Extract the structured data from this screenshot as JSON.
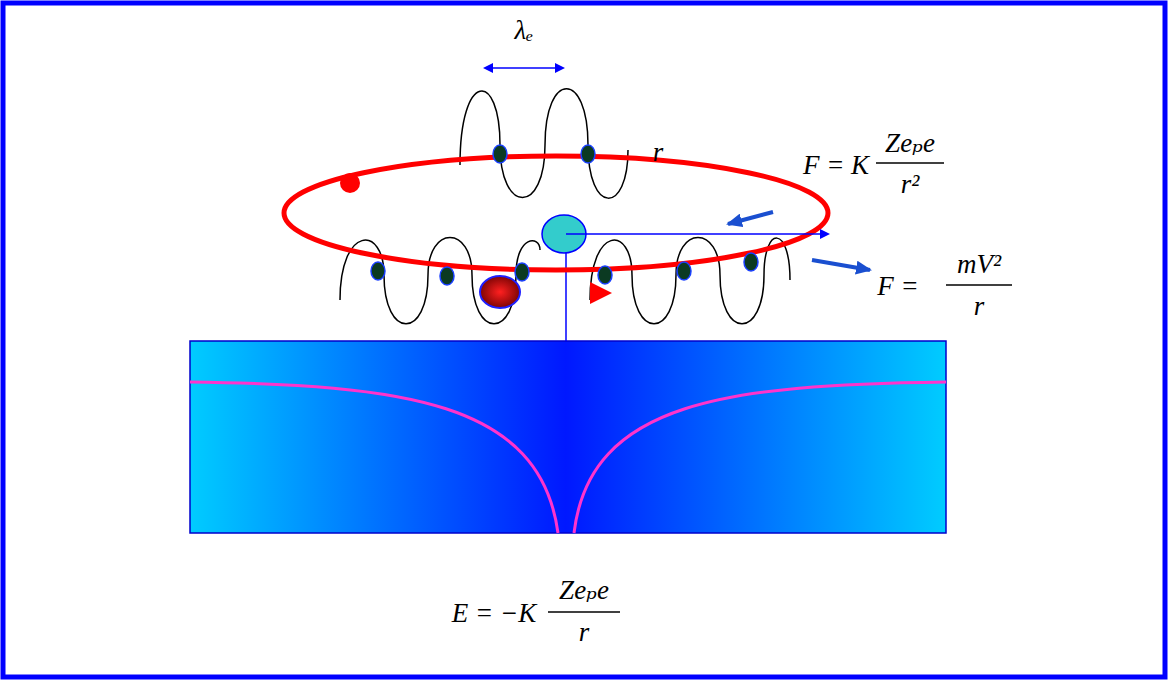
{
  "diagram": {
    "labels": [
      "λₑ",
      "F = K",
      "Zeₚe",
      "r²",
      "r",
      "F =",
      "mV²",
      "r",
      "E = −K",
      "Zeₚe",
      "r"
    ]
  }
}
